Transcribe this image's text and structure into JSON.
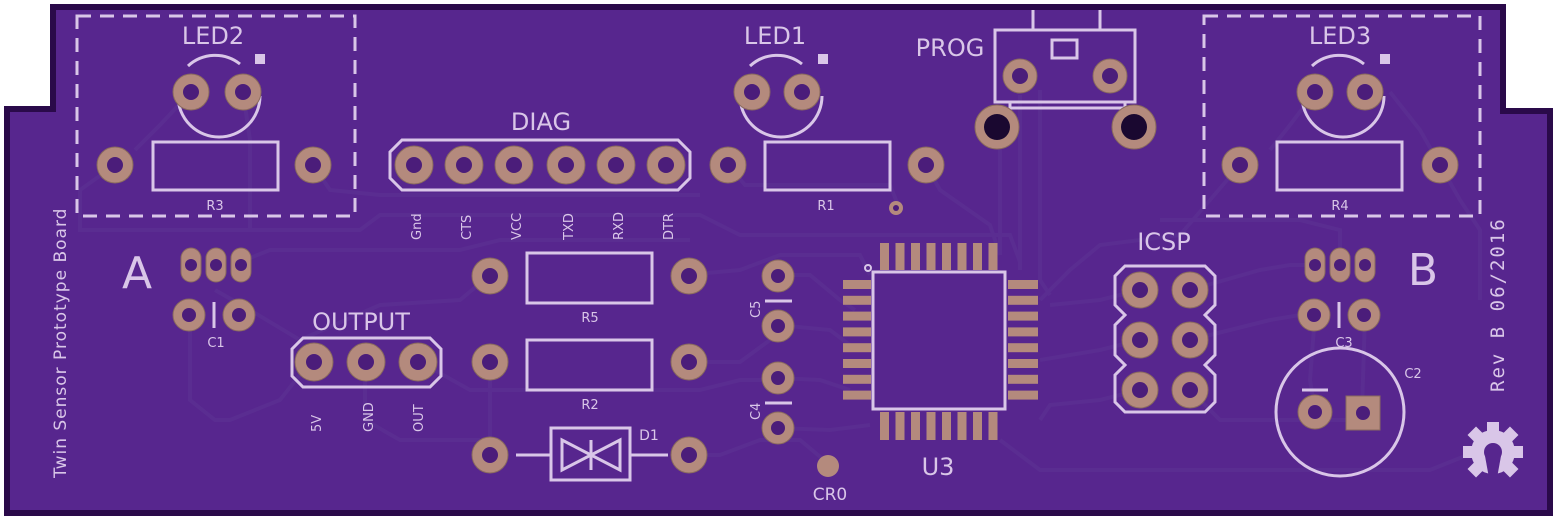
{
  "colors": {
    "board": "#57268e",
    "board_outline": "#2a0a4a",
    "silkscreen": "#d9c6e8",
    "pad": "#b48a7d",
    "trace": "#5a2d91"
  },
  "board": {
    "title": "Twin Sensor Prototype Board",
    "revision": "Rev B 06/2016",
    "logo": "open-hardware-gear-icon"
  },
  "labels": {
    "led2": "LED2",
    "led1": "LED1",
    "led3": "LED3",
    "prog": "PROG",
    "diag": "DIAG",
    "icsp": "ICSP",
    "output": "OUTPUT",
    "r1": "R1",
    "r2": "R2",
    "r3": "R3",
    "r4": "R4",
    "r5": "R5",
    "c1": "C1",
    "c2": "C2",
    "c3": "C3",
    "c4": "C4",
    "c5": "C5",
    "d1": "D1",
    "u3": "U3",
    "cr0": "CR0",
    "sensor_a": "A",
    "sensor_b": "B"
  },
  "diag_pins": [
    "Gnd",
    "CTS",
    "VCC",
    "TXD",
    "RXD",
    "DTR"
  ],
  "output_pins": [
    "5V",
    "GND",
    "OUT"
  ]
}
